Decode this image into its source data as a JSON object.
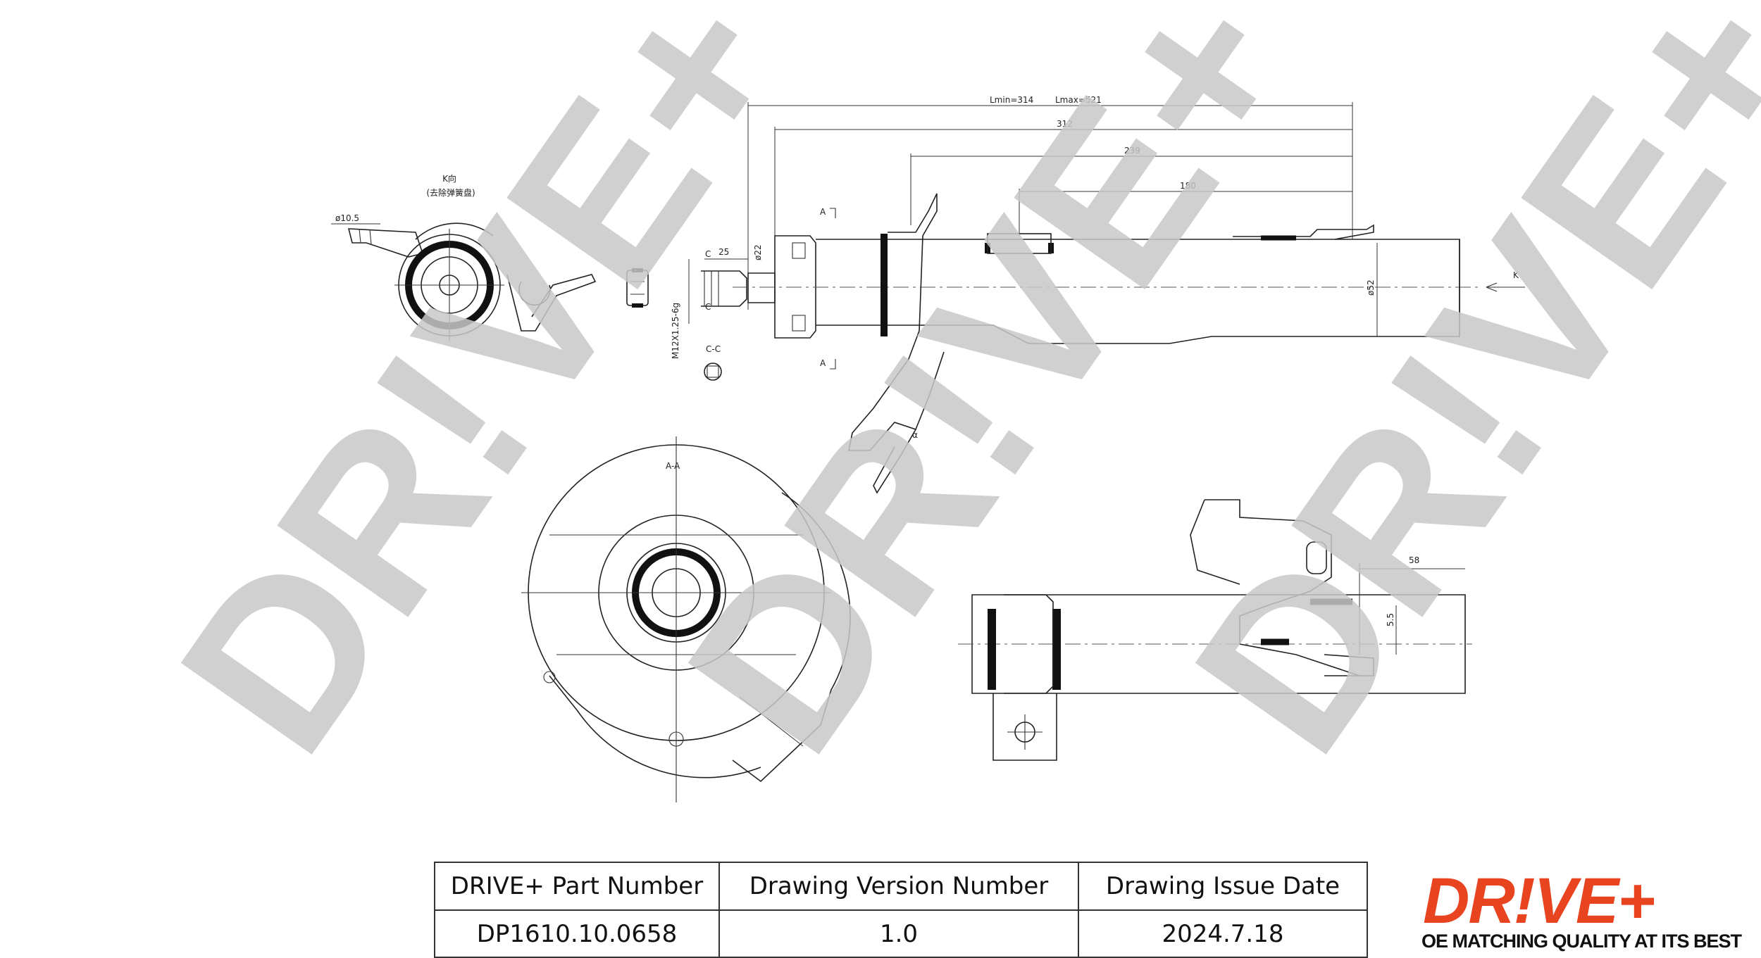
{
  "watermark": {
    "text": "DR!VE+"
  },
  "labels": {
    "k_view": "K向",
    "k_view_note": "(去除弹簧盘)",
    "dia_10_5": "ø10.5",
    "section_aa": "A-A",
    "section_cc": "C-C",
    "section_a_top": "A",
    "section_a_bottom": "A",
    "k_arrow": "K",
    "thread": "M12X1.25-6g",
    "cut_c_top": "C",
    "cut_c_bottom": "C",
    "alpha": "α"
  },
  "dimensions": {
    "lmin": "Lmin=314",
    "lmax": "Lmax=521",
    "d312": "312",
    "d239": "239",
    "d180": "180",
    "d25": "25",
    "dia22": "ø22",
    "dia52": "ø52",
    "d58": "58",
    "d5_5": "5.5"
  },
  "title_block": {
    "part_number_header": "DRIVE+ Part Number",
    "version_header": "Drawing Version Number",
    "issue_date_header": "Drawing Issue Date",
    "part_number": "DP1610.10.0658",
    "version": "1.0",
    "issue_date": "2024.7.18"
  },
  "logo": {
    "brand": "DR!VE+",
    "tagline": "OE MATCHING QUALITY AT ITS BEST",
    "brand_color": "#e84420"
  }
}
